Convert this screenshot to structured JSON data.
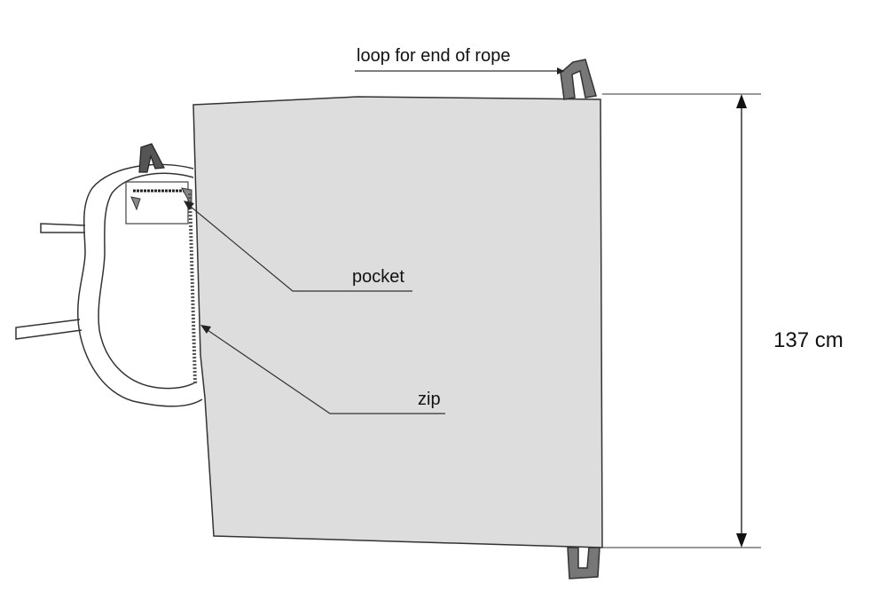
{
  "labels": {
    "loop": "loop for end of rope",
    "pocket": "pocket",
    "zip": "zip",
    "height": "137 cm"
  },
  "colors": {
    "panel_fill": "#dddddd",
    "outline": "#333333",
    "loop_fill": "#777777",
    "leader_line": "#555555",
    "background": "#ffffff"
  }
}
